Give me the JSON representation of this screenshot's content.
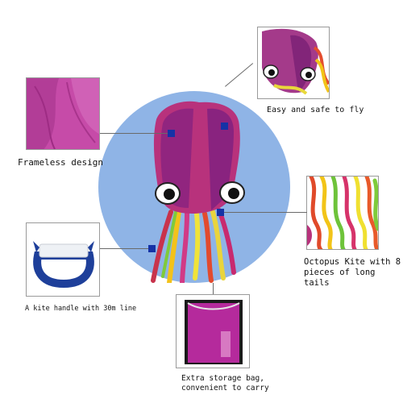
{
  "captions": {
    "easy_safe": "Easy and safe to fly",
    "frameless": "Frameless design",
    "octopus_tails": "Octopus Kite with 8\npieces of long tails",
    "handle": "A kite handle with 30m line",
    "storage": "Extra storage bag,\nconvenient to carry"
  },
  "colors": {
    "sky": "#8fb4e6",
    "kite_magenta": "#b8327c",
    "kite_purple": "#7d1f80",
    "marker_blue": "#1532a6",
    "handle_blue": "#1e3f9a",
    "bag_magenta": "#b52a9c"
  }
}
